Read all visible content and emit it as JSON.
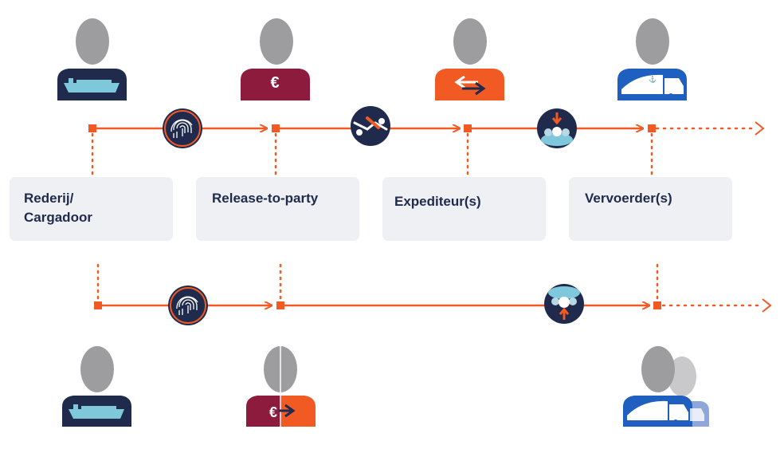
{
  "roles": {
    "rederij": "Rederij/",
    "rederij_line2": "Cargadoor",
    "release": "Release-to-party",
    "expediteur": "Expediteur(s)",
    "vervoerder": "Vervoerder(s)"
  },
  "colors": {
    "flow_orange": "#f15a22",
    "navy": "#1f2a4d",
    "head_gray": "#9d9d9f",
    "maroon": "#8c1b3e",
    "truck_blue": "#1f5fbf",
    "box_fill": "#eef0f4"
  },
  "icons": {
    "top_row": [
      "ship-person-icon",
      "euro-person-icon",
      "arrows-person-icon",
      "truck-person-icon"
    ],
    "bottom_row": [
      "ship-person-icon",
      "euro-arrow-person-icon",
      "truck-group-person-icon"
    ],
    "connectors": [
      "fingerprint-icon",
      "handshake-icon",
      "group-down-arrow-icon",
      "fingerprint-icon",
      "group-up-arrow-icon"
    ]
  }
}
